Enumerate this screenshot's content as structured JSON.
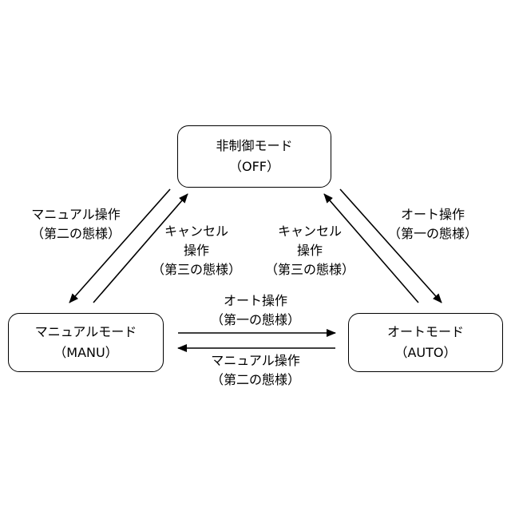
{
  "states": {
    "off": {
      "name": "非制御モード",
      "code": "（OFF）"
    },
    "manu": {
      "name": "マニュアルモード",
      "code": "（MANU）"
    },
    "auto": {
      "name": "オートモード",
      "code": "（AUTO）"
    }
  },
  "transitions": {
    "off_to_manu": {
      "line1": "マニュアル操作",
      "line2": "（第二の態様）"
    },
    "manu_to_off": {
      "line1": "キャンセル",
      "line2": "操作",
      "line3": "（第三の態様）"
    },
    "auto_to_off": {
      "line1": "キャンセル",
      "line2": "操作",
      "line3": "（第三の態様）"
    },
    "off_to_auto": {
      "line1": "オート操作",
      "line2": "（第一の態様）"
    },
    "manu_to_auto": {
      "line1": "オート操作",
      "line2": "（第一の態様）"
    },
    "auto_to_manu": {
      "line1": "マニュアル操作",
      "line2": "（第二の態様）"
    }
  }
}
